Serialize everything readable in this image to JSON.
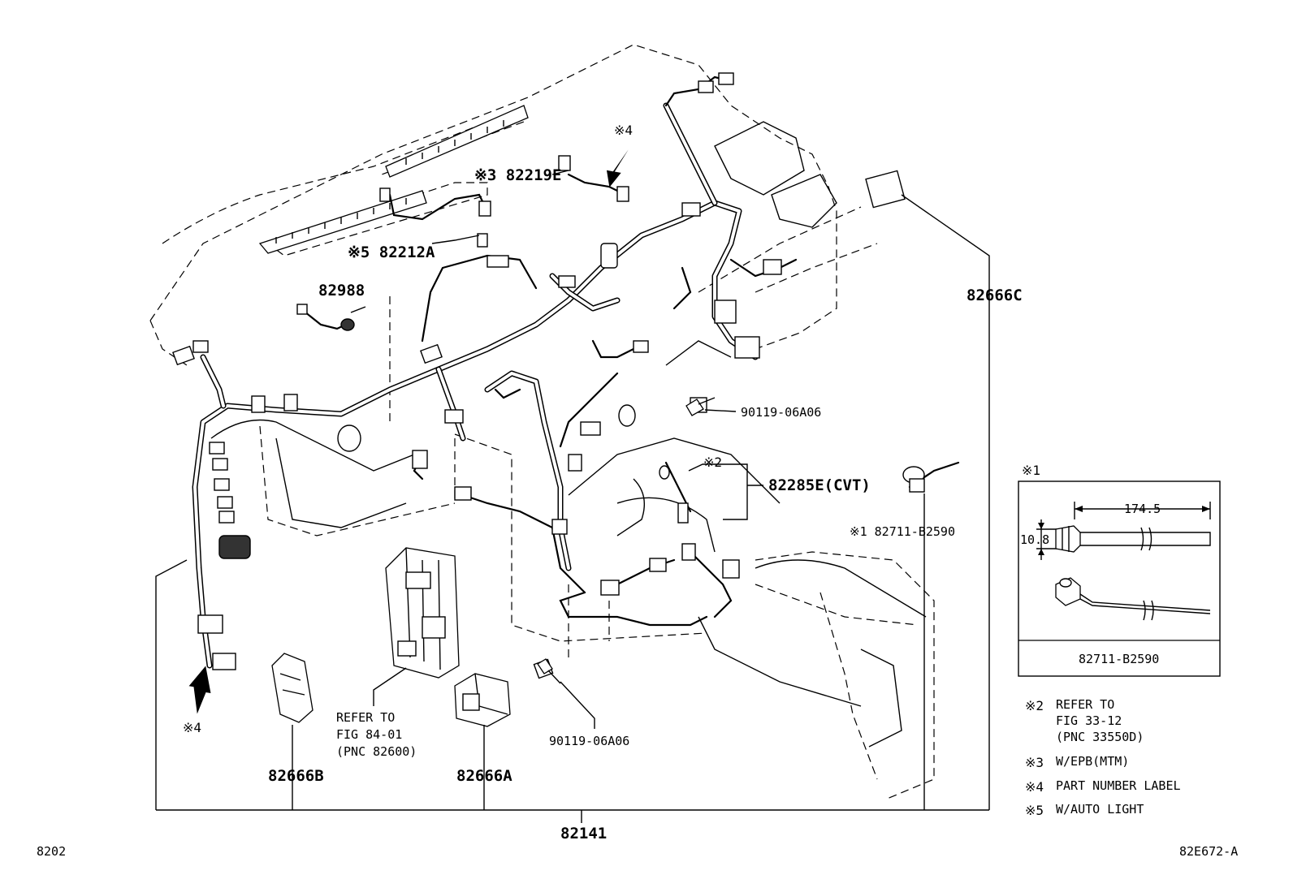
{
  "callouts": {
    "p82219E": "※3 82219E",
    "p82212A": "※5 82212A",
    "p82988": "82988",
    "p82666C": "82666C",
    "p90119_upper": "90119-06A06",
    "p82285E": "82285E(CVT)",
    "note2_mark": "※2",
    "p82711": "※1 82711-B2590",
    "note4_top": "※4",
    "note4_left": "※4",
    "refer84": [
      "REFER TO",
      "FIG 84-01",
      "(PNC 82600)"
    ],
    "p90119_lower": "90119-06A06",
    "p82666B": "82666B",
    "p82666A": "82666A",
    "p82141": "82141"
  },
  "inset": {
    "mark": "※1",
    "dim_length": "174.5",
    "dim_height": "10.8",
    "part": "82711-B2590"
  },
  "notes": [
    {
      "mark": "※2",
      "lines": [
        "REFER TO",
        "FIG 33-12",
        "(PNC 33550D)"
      ]
    },
    {
      "mark": "※3",
      "lines": [
        "W/EPB(MTM)"
      ]
    },
    {
      "mark": "※4",
      "lines": [
        "PART NUMBER LABEL"
      ]
    },
    {
      "mark": "※5",
      "lines": [
        "W/AUTO LIGHT"
      ]
    }
  ],
  "footer": {
    "left_code": "8202",
    "right_code": "82E672-A"
  }
}
